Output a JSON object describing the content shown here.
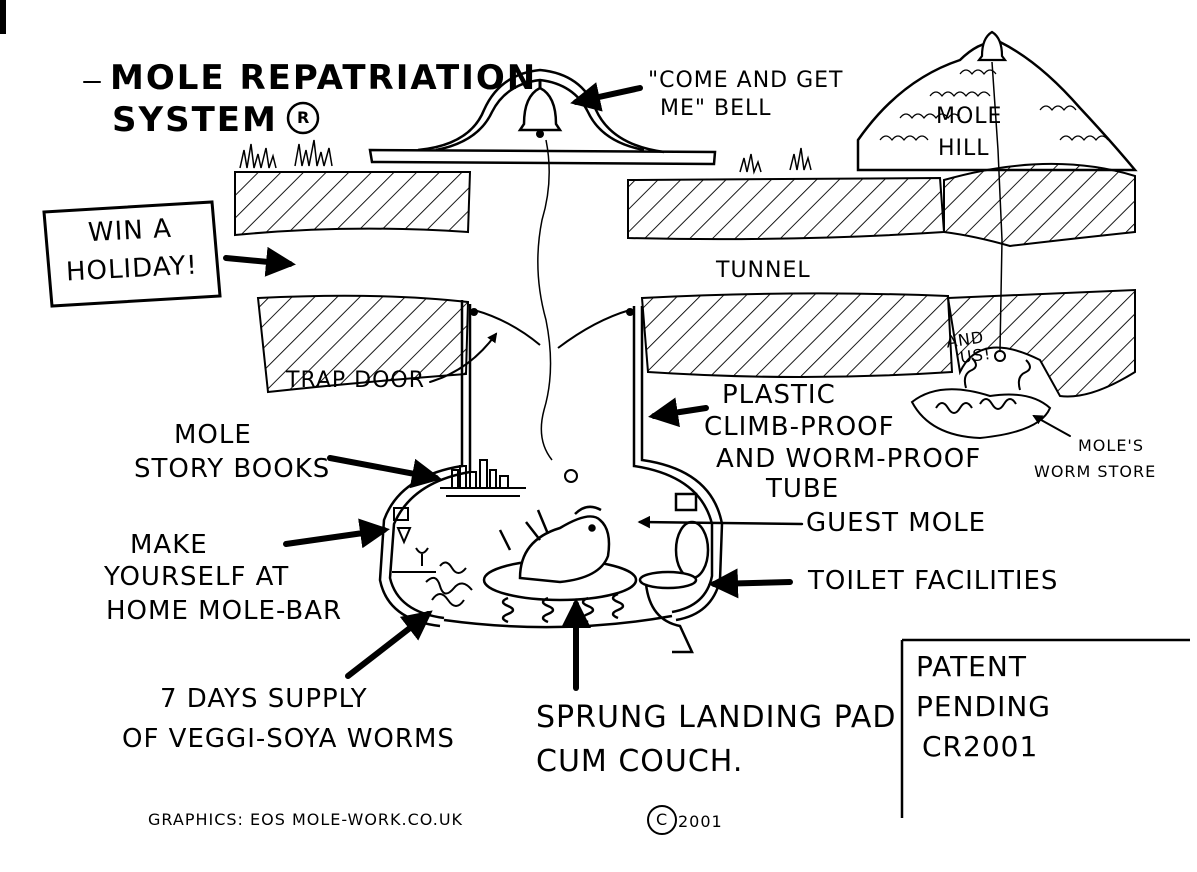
{
  "title_line1": "MOLE REPATRIATION",
  "title_line2": "SYSTEM",
  "registered_mark": "R",
  "bell_label_line1": "\"COME AND GET",
  "bell_label_line2": "ME\" BELL",
  "molehill_line1": "MOLE",
  "molehill_line2": "HILL",
  "holiday_sign_line1": "WIN A",
  "holiday_sign_line2": "HOLIDAY!",
  "tunnel_label": "TUNNEL",
  "trapdoor_label": "TRAP DOOR",
  "tube_line1": "PLASTIC",
  "tube_line2": "CLIMB-PROOF",
  "tube_line3": "AND WORM-PROOF",
  "tube_line4": "TUBE",
  "and_us_line1": "AND",
  "and_us_line2": "US!",
  "worm_store_line1": "MOLE'S",
  "worm_store_line2": "WORM STORE",
  "books_line1": "MOLE",
  "books_line2": "STORY BOOKS",
  "guest_label": "GUEST MOLE",
  "bar_line1": "MAKE",
  "bar_line2": "YOURSELF AT",
  "bar_line3": "HOME MOLE-BAR",
  "toilet_label": "TOILET FACILITIES",
  "worms_line1": "7 DAYS SUPPLY",
  "worms_line2": "OF VEGGI-SOYA WORMS",
  "pad_line1": "SPRUNG LANDING PAD",
  "pad_line2": "CUM COUCH.",
  "patent_line1": "PATENT",
  "patent_line2": "PENDING",
  "patent_line3": "CR2001",
  "credit": "GRAPHICS:  EOS MOLE-WORK.CO.UK",
  "copyright_symbol": "C",
  "copyright_year": "2001"
}
